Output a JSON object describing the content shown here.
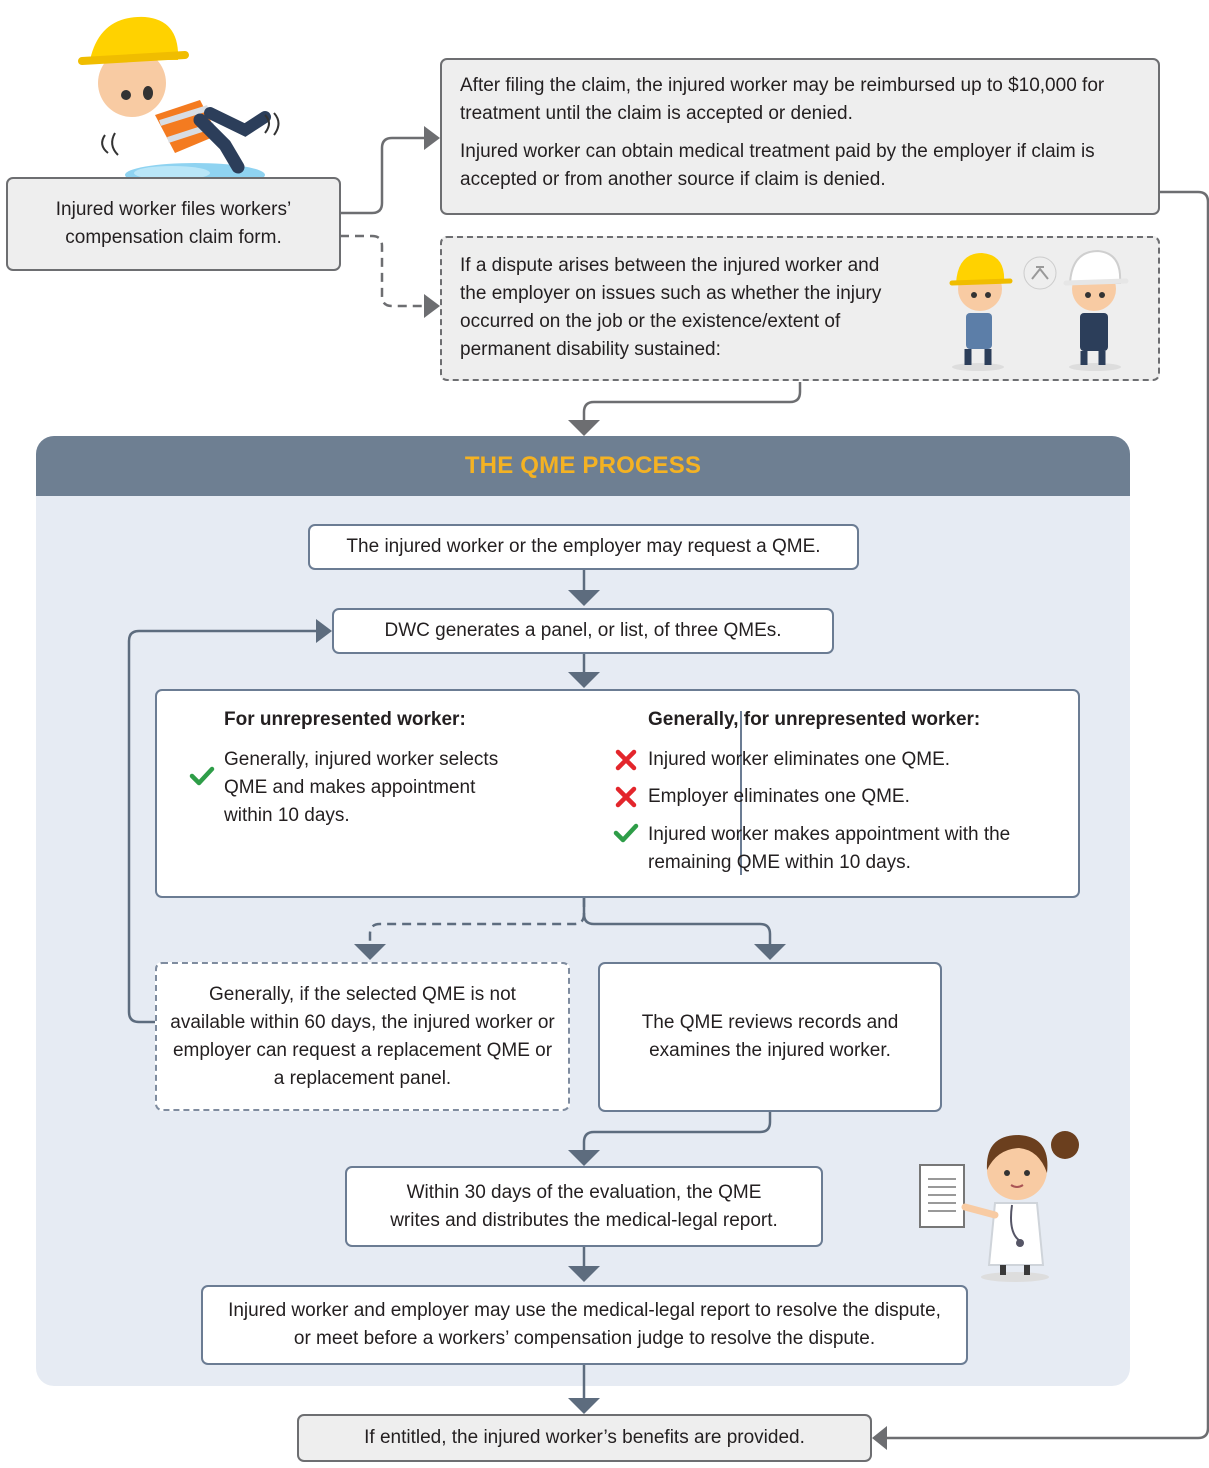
{
  "top": {
    "file_claim": "Injured worker files workers’ compensation claim form.",
    "reimbursement_p1": "After filing the claim, the injured worker may be reimbursed up to $10,000 for treatment until the claim is accepted or denied.",
    "reimbursement_p2": "Injured worker can obtain medical treatment paid by the employer if claim is accepted or from another source if claim is denied.",
    "dispute": "If a dispute arises between the injured worker and the employer on issues such as whether the injury occurred on the job or the existence/extent of permanent disability sustained:"
  },
  "qme": {
    "title": "THE QME PROCESS",
    "request": "The injured worker or the employer may request a QME.",
    "panel": "DWC generates a panel, or list, of three QMEs.",
    "left_heading": "For unrepresented worker:",
    "left_text": "Generally, injured worker selects QME and makes appointment within 10 days.",
    "right_heading": "Generally, for unrepresented worker:",
    "right_items": [
      {
        "mark": "x",
        "text": "Injured worker eliminates one QME."
      },
      {
        "mark": "x",
        "text": "Employer eliminates one QME."
      },
      {
        "mark": "check",
        "text": "Injured worker makes appointment with the remaining QME within 10 days."
      }
    ],
    "replacement": "Generally, if the selected QME is not available within 60 days, the injured worker or employer can request a replacement QME or a replacement panel.",
    "review": "The QME reviews records and examines the injured worker.",
    "report": "Within 30 days of the evaluation, the QME writes and distributes the medical-legal report.",
    "resolve": "Injured worker and employer may use the medical-legal report to resolve the dispute, or meet before a workers’ compensation judge to resolve the dispute."
  },
  "final": "If entitled, the injured worker’s benefits are provided.",
  "colors": {
    "header_bg": "#6e7f92",
    "header_text": "#f4b223",
    "panel_bg": "#e6ebf3",
    "arrow": "#5d6c7e",
    "check": "#2e9d48",
    "cross": "#e3262c"
  }
}
